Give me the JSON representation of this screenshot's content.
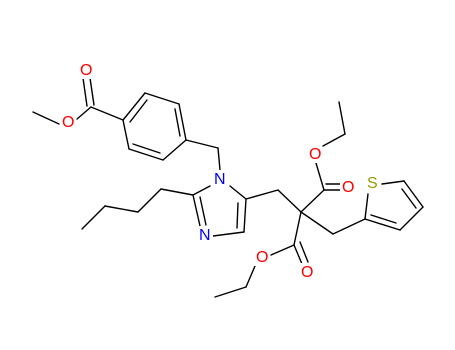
{
  "molecule": {
    "colors": {
      "carbon_bond": "#000000",
      "oxygen": "#ff0000",
      "nitrogen": "#0000ff",
      "sulfur": "#999900",
      "background": "#ffffff"
    },
    "atom_labels": {
      "o_carbonyl_ester_top": "O",
      "o_methoxy": "O",
      "n1_imidazole": "N",
      "n3_imidazole": "N",
      "o_ester_upper_alkoxy": "O",
      "o_ester_upper_carbonyl": "O",
      "s_thiophene": "S",
      "o_ester_lower_carbonyl": "O",
      "o_ester_lower_alkoxy": "O"
    }
  }
}
